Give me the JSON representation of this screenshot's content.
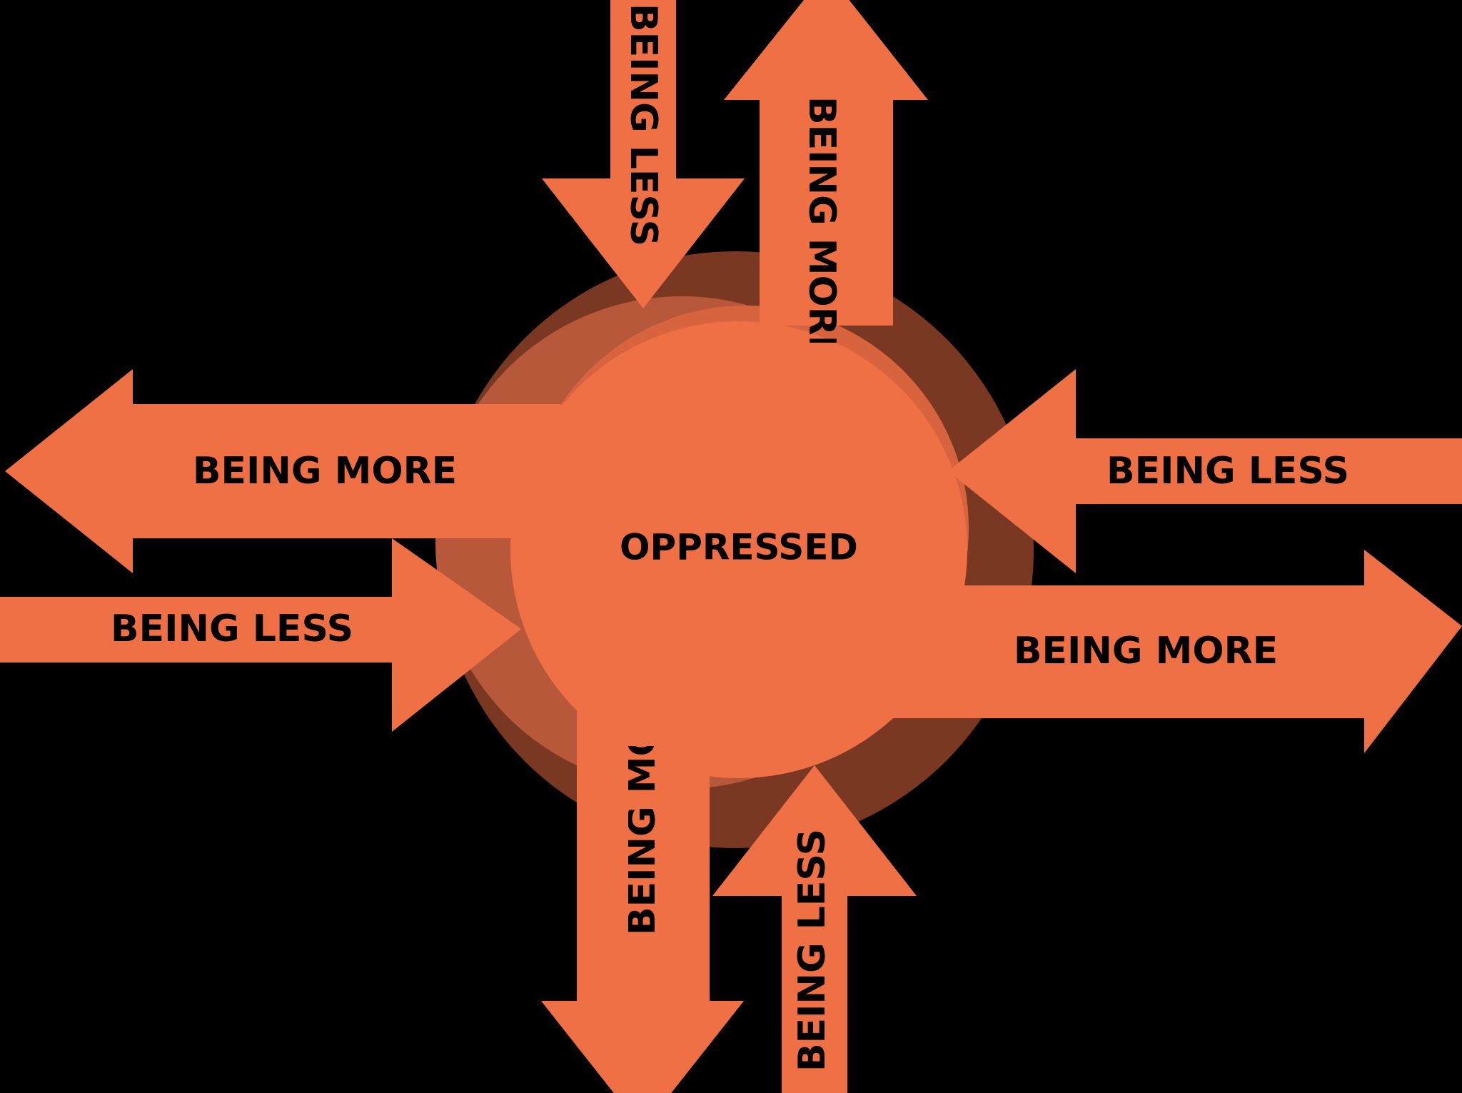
{
  "colors": {
    "background": "#000000",
    "arrow": "#F07046",
    "ring_outer": "#7A3823",
    "ring_mid": "#B8583A",
    "ring_inner": "#D8643F",
    "center": "#F07046",
    "text": "#000000"
  },
  "center": {
    "label": "OPPRESSED"
  },
  "arrows": {
    "top_less": {
      "label": "BEING LESS",
      "direction": "in"
    },
    "top_more": {
      "label": "BEING MORE",
      "direction": "out"
    },
    "left_more": {
      "label": "BEING MORE",
      "direction": "out"
    },
    "left_less": {
      "label": "BEING LESS",
      "direction": "in"
    },
    "right_less": {
      "label": "BEING LESS",
      "direction": "in"
    },
    "right_more": {
      "label": "BEING MORE",
      "direction": "out"
    },
    "bottom_more": {
      "label": "BEING MORE",
      "direction": "out"
    },
    "bottom_less": {
      "label": "BEING LESS",
      "direction": "in"
    }
  }
}
